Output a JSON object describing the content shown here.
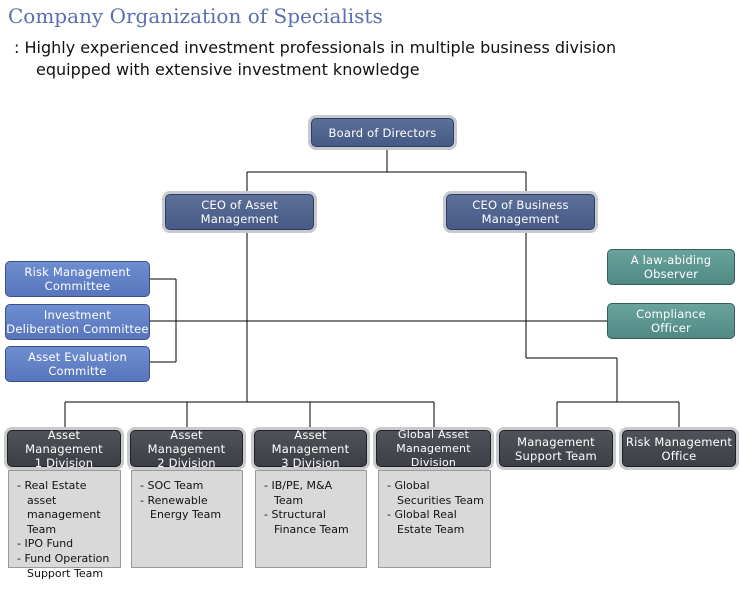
{
  "header": {
    "title": "Company Organization of Specialists",
    "subtitle_line1": ": Highly experienced investment professionals in multiple business division",
    "subtitle_line2": "equipped with extensive investment knowledge"
  },
  "org": {
    "board": "Board of Directors",
    "ceo_asset": "CEO of Asset\nManagement",
    "ceo_business": "CEO of Business\nManagement",
    "committees": [
      "Risk Management\nCommittee",
      "Investment\nDeliberation Committee",
      "Asset Evaluation\nCommitte"
    ],
    "observer": "A law-abiding\nObserver",
    "compliance": "Compliance\nOfficer",
    "divisions": [
      {
        "name": "Asset Management\n1 Division",
        "teams": [
          "Real Estate asset management Team",
          "IPO Fund",
          "Fund Operation Support Team"
        ]
      },
      {
        "name": "Asset Management\n2 Division",
        "teams": [
          "SOC Team",
          "Renewable Energy Team"
        ]
      },
      {
        "name": "Asset Management\n3 Division",
        "teams": [
          "IB/PE, M&A Team",
          "Structural Finance Team"
        ]
      },
      {
        "name": "Global Asset\nManagement Division",
        "teams": [
          "Global Securities Team",
          "Global Real Estate Team"
        ]
      },
      {
        "name": "Management\nSupport Team",
        "teams": []
      },
      {
        "name": "Risk Management\nOffice",
        "teams": []
      }
    ]
  },
  "colors": {
    "navy": "#4b5d89",
    "blue": "#6582c7",
    "teal": "#5a948e",
    "dark": "#45484e",
    "title": "#5b6fae"
  }
}
